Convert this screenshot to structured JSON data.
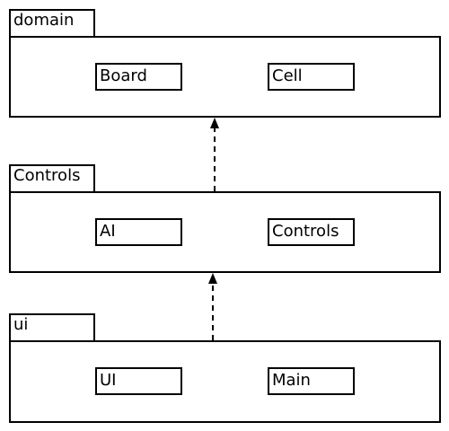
{
  "packages": [
    {
      "name": "domain",
      "classes": [
        "Board",
        "Cell"
      ]
    },
    {
      "name": "Controls",
      "classes": [
        "AI",
        "Controls"
      ]
    },
    {
      "name": "ui",
      "classes": [
        "UI",
        "Main"
      ]
    }
  ],
  "dependencies": [
    {
      "from": "Controls",
      "to": "domain",
      "style": "dashed"
    },
    {
      "from": "ui",
      "to": "Controls",
      "style": "dashed"
    }
  ]
}
